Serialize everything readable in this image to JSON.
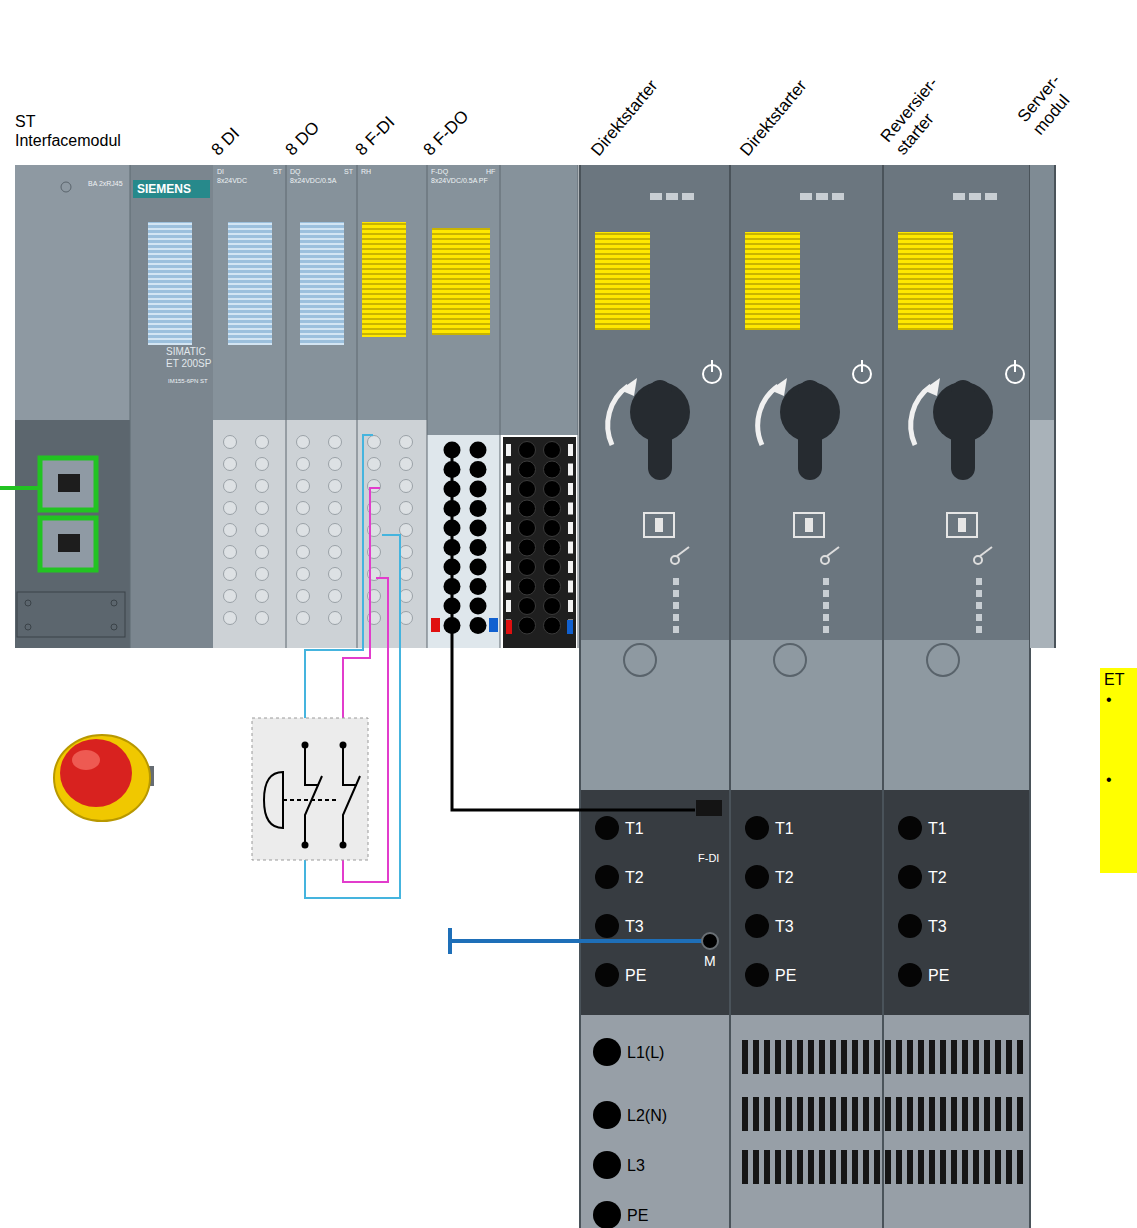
{
  "diagram": {
    "nodes": [
      {
        "text": [
          "ST Interfacemodul",
          "BA 2xRJ45",
          "SIEMENS",
          "SIMATIC ET 200SP",
          "IM155-6PN ST"
        ]
      },
      {
        "text": [
          "8 DI",
          "DI",
          "ST",
          "8x24VDC"
        ]
      },
      {
        "text": [
          "8 DO",
          "DQ",
          "ST",
          "8x24VDC/0.5A"
        ]
      },
      {
        "text": [
          "8 F-DI",
          "RH"
        ]
      },
      {
        "text": [
          "8 F-DO",
          "F-DQ",
          "HF",
          "8x24VDC/0.5A PF"
        ]
      },
      {
        "text": [
          "Direktstarter",
          "T1",
          "T2",
          "T3",
          "PE",
          "M",
          "L1(L)",
          "L2(N)",
          "L3",
          "PE"
        ]
      },
      {
        "text": [
          "F-DI"
        ],
        "in": 5
      },
      {
        "text": [
          "Direktstarter",
          "T1",
          "T2",
          "T3",
          "PE"
        ]
      },
      {
        "text": [
          "Reversier- starter",
          "T1",
          "T2",
          "T3",
          "PE"
        ]
      },
      {
        "text": [
          "Server- modul"
        ]
      },
      {
        "text": [
          "ET",
          "•",
          "•"
        ]
      }
    ],
    "edges": [
      {
        "from": 4,
        "to": 6,
        "arrow": "none"
      }
    ]
  }
}
